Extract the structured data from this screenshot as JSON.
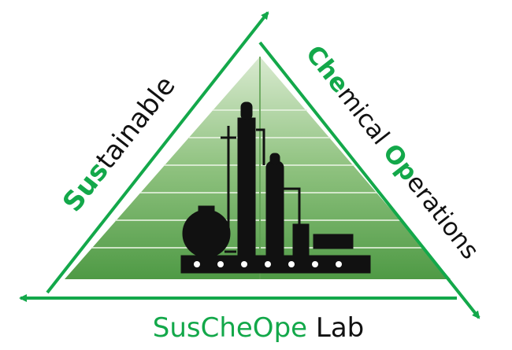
{
  "logo": {
    "left_label": {
      "highlight": "Sus",
      "rest": "tainable"
    },
    "right_label": {
      "part1_hl": "Che",
      "part1_rest": "mical ",
      "part2_hl": "Op",
      "part2_rest": "erations"
    },
    "bottom_label": {
      "highlight": "SusCheOpe",
      "rest": " Lab"
    }
  },
  "colors": {
    "accent": "#13a84a",
    "text": "#111111",
    "pyramid": "#7fb36f"
  }
}
